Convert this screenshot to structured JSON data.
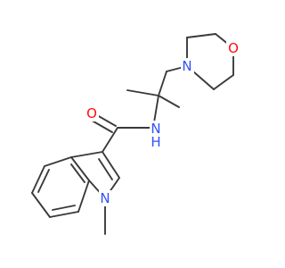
{
  "molecule": {
    "atoms": {
      "O_amide": "O",
      "N_amide": "N",
      "H_amide": "H",
      "N_morpholine": "N",
      "O_morpholine": "O",
      "N_indole": "N"
    },
    "colors": {
      "bond": "#3a3a3a",
      "oxygen": "#ff0d0d",
      "nitrogen": "#3050f8"
    }
  }
}
